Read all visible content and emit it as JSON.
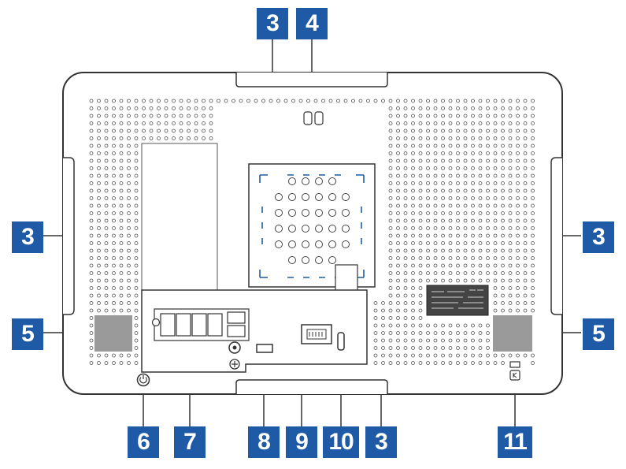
{
  "diagram": {
    "callouts": [
      {
        "id": "c3-top",
        "label": "3"
      },
      {
        "id": "c4",
        "label": "4"
      },
      {
        "id": "c3-left",
        "label": "3"
      },
      {
        "id": "c3-right",
        "label": "3"
      },
      {
        "id": "c5-left",
        "label": "5"
      },
      {
        "id": "c5-right",
        "label": "5"
      },
      {
        "id": "c6",
        "label": "6"
      },
      {
        "id": "c7",
        "label": "7"
      },
      {
        "id": "c8",
        "label": "8"
      },
      {
        "id": "c9",
        "label": "9"
      },
      {
        "id": "c10",
        "label": "10"
      },
      {
        "id": "c3-bottom",
        "label": "3"
      },
      {
        "id": "c11",
        "label": "11"
      }
    ],
    "colors": {
      "callout_bg": "#1f5aa6",
      "callout_text": "#ffffff",
      "outline": "#333333",
      "speaker_fill": "#9a9a9a"
    }
  }
}
